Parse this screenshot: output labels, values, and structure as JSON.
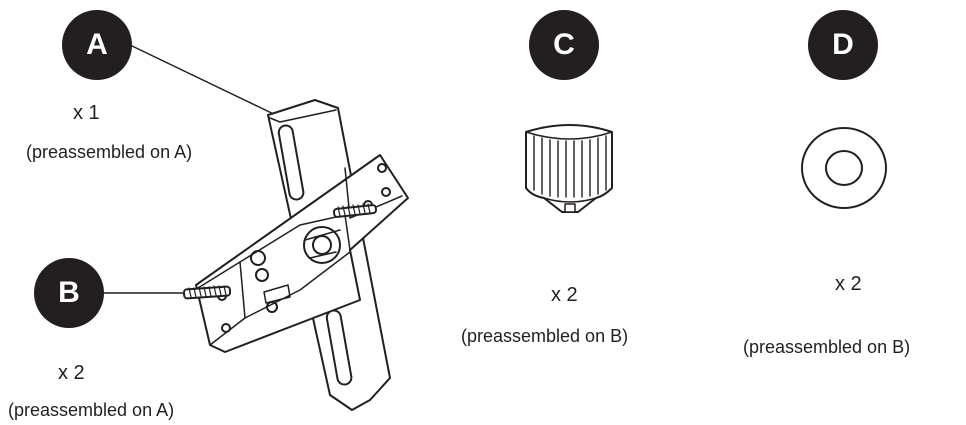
{
  "parts": {
    "A": {
      "letter": "A",
      "qty": "x 1",
      "note": "(preassembled on A)"
    },
    "B": {
      "letter": "B",
      "qty": "x 2",
      "note": "(preassembled on A)"
    },
    "C": {
      "letter": "C",
      "qty": "x 2",
      "note": "(preassembled on B)"
    },
    "D": {
      "letter": "D",
      "qty": "x 2",
      "note": "(preassembled on B)"
    }
  },
  "colors": {
    "ink": "#231f20",
    "background": "#ffffff"
  },
  "icons": [
    "mounting-bracket-icon",
    "screw-icon",
    "knurled-nut-icon",
    "washer-icon"
  ]
}
